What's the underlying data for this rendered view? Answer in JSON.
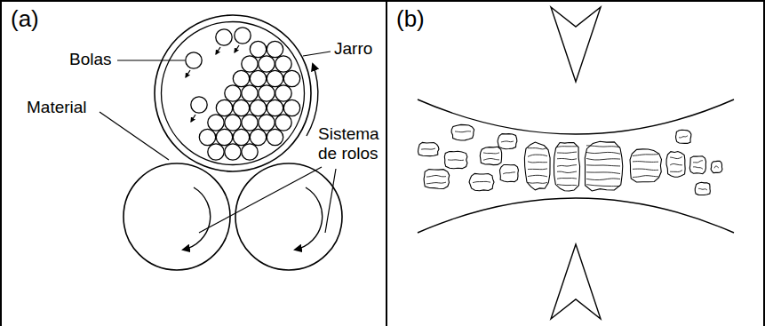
{
  "diagram": {
    "nodes": [
      {
        "text": [
          "(a)"
        ]
      },
      {
        "text": [
          "(b)"
        ]
      }
    ],
    "labels": [
      "Bolas",
      "Material",
      "Jarro",
      "Sistema de rolos"
    ]
  }
}
